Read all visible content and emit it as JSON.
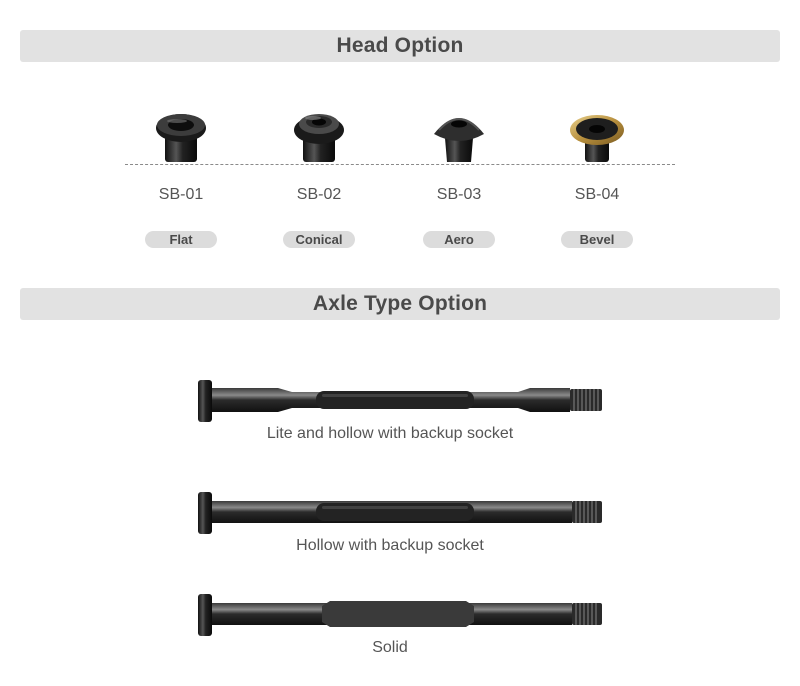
{
  "head_section": {
    "title": "Head Option",
    "items": [
      {
        "code": "SB-01",
        "name": "Flat",
        "icon": "flat-head-icon"
      },
      {
        "code": "SB-02",
        "name": "Conical",
        "icon": "conical-head-icon"
      },
      {
        "code": "SB-03",
        "name": "Aero",
        "icon": "aero-head-icon"
      },
      {
        "code": "SB-04",
        "name": "Bevel",
        "icon": "bevel-head-icon"
      }
    ],
    "bevel_ring_color": "#c9a85a"
  },
  "axle_section": {
    "title": "Axle Type Option",
    "items": [
      {
        "label": "Lite and hollow with backup socket",
        "icon": "lite-hollow-axle-icon"
      },
      {
        "label": "Hollow with backup socket",
        "icon": "hollow-axle-icon"
      },
      {
        "label": "Solid",
        "icon": "solid-axle-icon"
      }
    ]
  }
}
